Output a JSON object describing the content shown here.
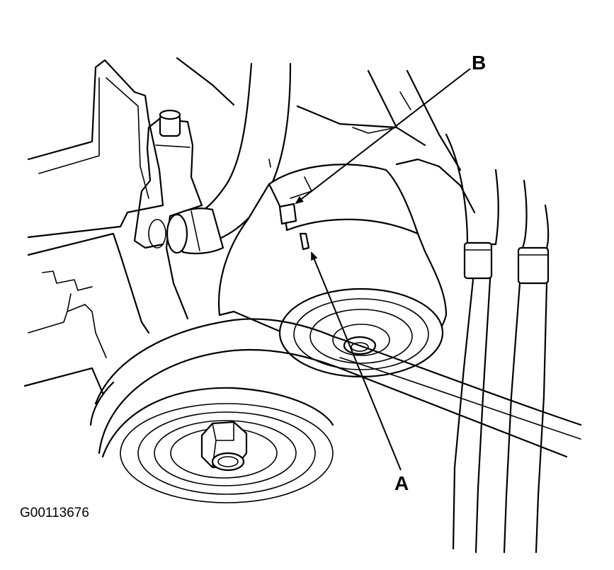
{
  "figure": {
    "callout_a": "A",
    "callout_b": "B",
    "figure_id": "G00113676"
  },
  "colors": {
    "ink": "#000000",
    "paper": "#ffffff"
  }
}
